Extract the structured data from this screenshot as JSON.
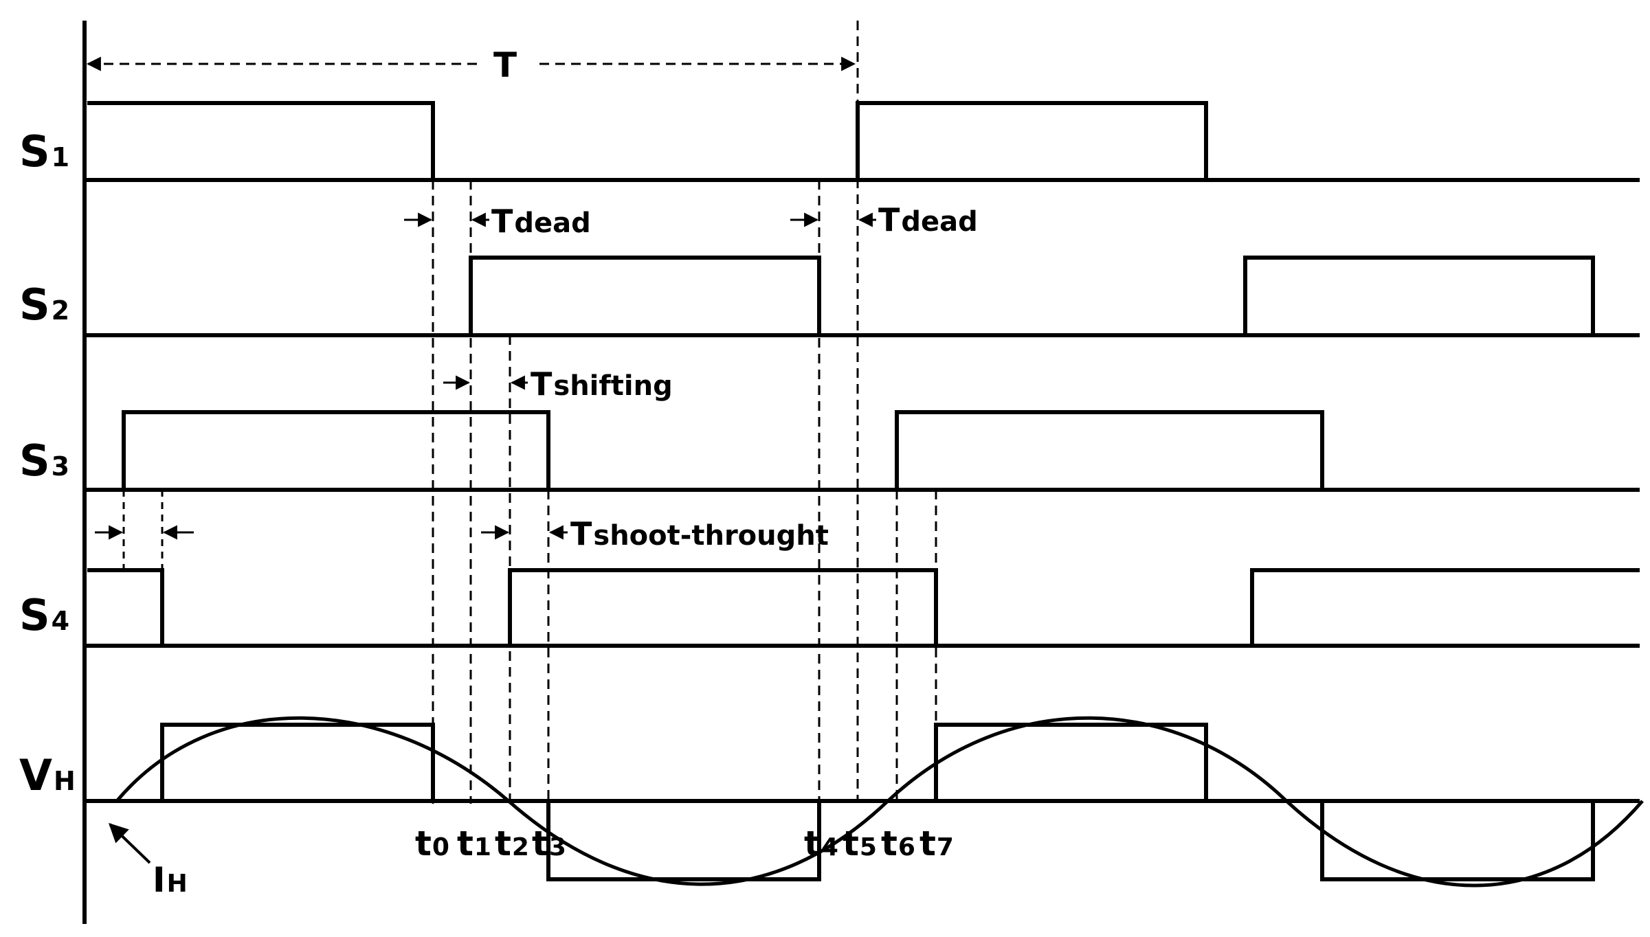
{
  "diagram": {
    "period_label": "T",
    "signals": [
      {
        "main": "S",
        "sub": "1"
      },
      {
        "main": "S",
        "sub": "2"
      },
      {
        "main": "S",
        "sub": "3"
      },
      {
        "main": "S",
        "sub": "4"
      },
      {
        "main": "V",
        "sub": "H"
      }
    ],
    "current_label": {
      "main": "I",
      "sub": "H"
    },
    "annotations": {
      "dead_time_1": {
        "main": "T",
        "sub": "dead"
      },
      "dead_time_2": {
        "main": "T",
        "sub": "dead"
      },
      "shifting": {
        "main": "T",
        "sub": "shifting"
      },
      "shoot_through": {
        "main": "T",
        "sub": "shoot-throught"
      }
    },
    "time_marks": [
      {
        "main": "t",
        "sub": "0"
      },
      {
        "main": "t",
        "sub": "1"
      },
      {
        "main": "t",
        "sub": "2"
      },
      {
        "main": "t",
        "sub": "3"
      },
      {
        "main": "t",
        "sub": "4"
      },
      {
        "main": "t",
        "sub": "5"
      },
      {
        "main": "t",
        "sub": "6"
      },
      {
        "main": "t",
        "sub": "7"
      }
    ],
    "colors": {
      "ink": "#000000",
      "background": "#ffffff"
    }
  }
}
